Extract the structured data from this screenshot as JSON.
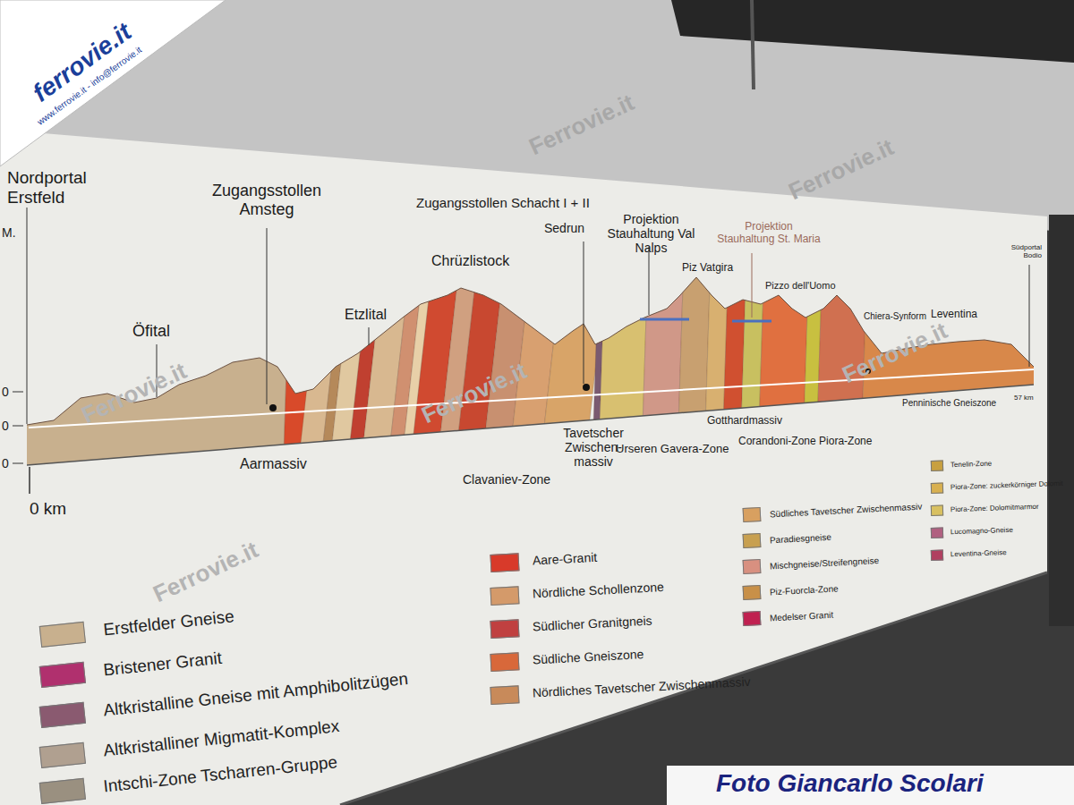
{
  "diagram": {
    "labels": [
      "ferrovie.it",
      "www.ferrovie.it - info@ferrovie.it",
      "Nordportal Erstfeld",
      "M.",
      "0",
      "0",
      "0",
      "Zugangsstollen Amsteg",
      "Öfital",
      "Etzlital",
      "Chrüzlistock",
      "Zugangsstollen Schacht I + II",
      "Sedrun",
      "Projektion Stauhaltung Val Nalps",
      "Projektion Stauhaltung St. Maria",
      "Piz Vatgira",
      "Pizzo dell'Uomo",
      "Chiera-Synform",
      "Leventina",
      "Südportal Bodio",
      "Penninische Gneiszone",
      "57 km",
      "Gotthardmassiv",
      "Corandoni-Zone Piora-Zone",
      "Urseren Gavera-Zone",
      "Tavetscher Zwischen- massiv",
      "Clavaniev-Zone",
      "Aarmassiv",
      "0 km",
      "Ferrovie.it",
      "Ferrovie.it",
      "Ferrovie.it",
      "Ferrovie.it",
      "Ferrovie.it",
      "Ferrovie.it",
      "Foto Giancarlo Scolari"
    ],
    "legend": [
      {
        "text": "Erstfelder Gneise",
        "color": "#c8b08e"
      },
      {
        "text": "Bristener Granit",
        "color": "#b0306e"
      },
      {
        "text": "Altkristalline Gneise mit Amphibolitzügen",
        "color": "#8a5a70"
      },
      {
        "text": "Altkristalliner Migmatit-Komplex",
        "color": "#b0a090"
      },
      {
        "text": "Intschi-Zone Tscharren-Gruppe",
        "color": "#9a9080"
      },
      {
        "text": "Aare-Granit",
        "color": "#d83a2a"
      },
      {
        "text": "Nördliche Schollenzone",
        "color": "#d49a6a"
      },
      {
        "text": "Südlicher Granitgneis",
        "color": "#c04040"
      },
      {
        "text": "Südliche Gneiszone",
        "color": "#d8683a"
      },
      {
        "text": "Nördliches Tavetscher Zwischenmassiv",
        "color": "#c88a5a"
      },
      {
        "text": "Südliches Tavetscher Zwischenmassiv",
        "color": "#d8a060"
      },
      {
        "text": "Paradiesgneise",
        "color": "#c8a050"
      },
      {
        "text": "Mischgneise/Streifengneise",
        "color": "#d89080"
      },
      {
        "text": "Piz-Fuorcla-Zone",
        "color": "#c89048"
      },
      {
        "text": "Medelser Granit",
        "color": "#c02050"
      },
      {
        "text": "Tenelin-Zone",
        "color": "#c8a040"
      },
      {
        "text": "Piora-Zone: zuckerkörniger Dolomit",
        "color": "#d8b050"
      },
      {
        "text": "Piora-Zone: Dolomitmarmor",
        "color": "#d8c060"
      },
      {
        "text": "Lucomagno-Gneise",
        "color": "#b06080"
      },
      {
        "text": "Leventina-Gneise",
        "color": "#b04060"
      }
    ]
  }
}
